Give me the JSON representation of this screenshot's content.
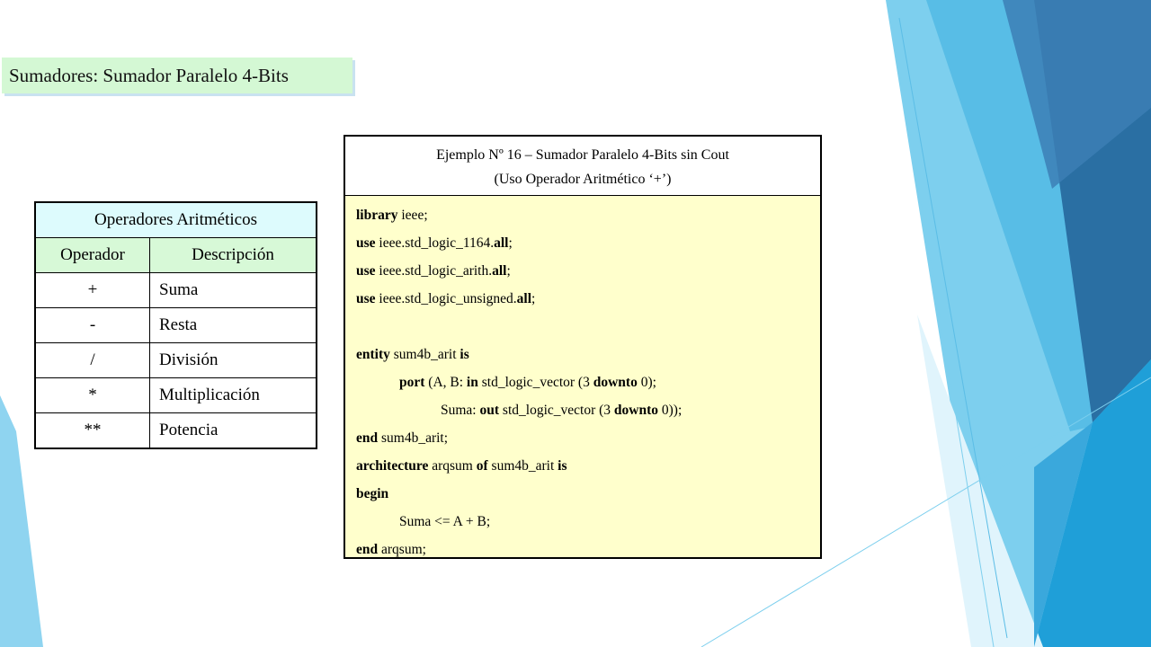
{
  "slide": {
    "title": "Sumadores: Sumador Paralelo 4-Bits",
    "colors": {
      "title_bg": "#d4f8d4",
      "table_header_bg": "#ddfbfd",
      "table_col_bg": "#d7f9d7",
      "code_bg": "#ffffcc",
      "accent": "#29a9e0"
    }
  },
  "ops_table": {
    "title": "Operadores Aritméticos",
    "col_operator": "Operador",
    "col_description": "Descripción",
    "rows": [
      {
        "op": "+",
        "desc": "Suma"
      },
      {
        "op": "-",
        "desc": "Resta"
      },
      {
        "op": "/",
        "desc": "División"
      },
      {
        "op": "*",
        "desc": "Multiplicación"
      },
      {
        "op": "**",
        "desc": "Potencia"
      }
    ]
  },
  "code_example": {
    "heading_line1": "Ejemplo Nº 16 – Sumador Paralelo 4-Bits sin Cout",
    "heading_line2": "(Uso Operador Aritmético ‘+’)",
    "lines": {
      "l1_kw": "library",
      "l1_rest": " ieee;",
      "l2_kw": "use",
      "l2_mid": " ieee.std_logic_1164.",
      "l2_kw2": "all",
      "l2_end": ";",
      "l3_kw": "use",
      "l3_mid": " ieee.std_logic_arith.",
      "l3_kw2": "all",
      "l3_end": ";",
      "l4_kw": "use",
      "l4_mid": " ieee.std_logic_unsigned.",
      "l4_kw2": "all",
      "l4_end": ";",
      "l6_kw": "entity",
      "l6_mid": " sum4b_arit ",
      "l6_kw2": "is",
      "l7_kw": "port",
      "l7_a": " (A, B: ",
      "l7_kw2": "in",
      "l7_b": " std_logic_vector (3 ",
      "l7_kw3": "downto",
      "l7_c": " 0);",
      "l8_a": "Suma: ",
      "l8_kw": "out",
      "l8_b": " std_logic_vector (3 ",
      "l8_kw2": "downto",
      "l8_c": " 0));",
      "l9_kw": "end",
      "l9_rest": " sum4b_arit;",
      "l10_kw": "architecture",
      "l10_a": " arqsum ",
      "l10_kw2": "of",
      "l10_b": " sum4b_arit ",
      "l10_kw3": "is",
      "l11_kw": "begin",
      "l12_rest": "Suma <= A + B;",
      "l13_kw": "end",
      "l13_rest": " arqsum;"
    }
  }
}
